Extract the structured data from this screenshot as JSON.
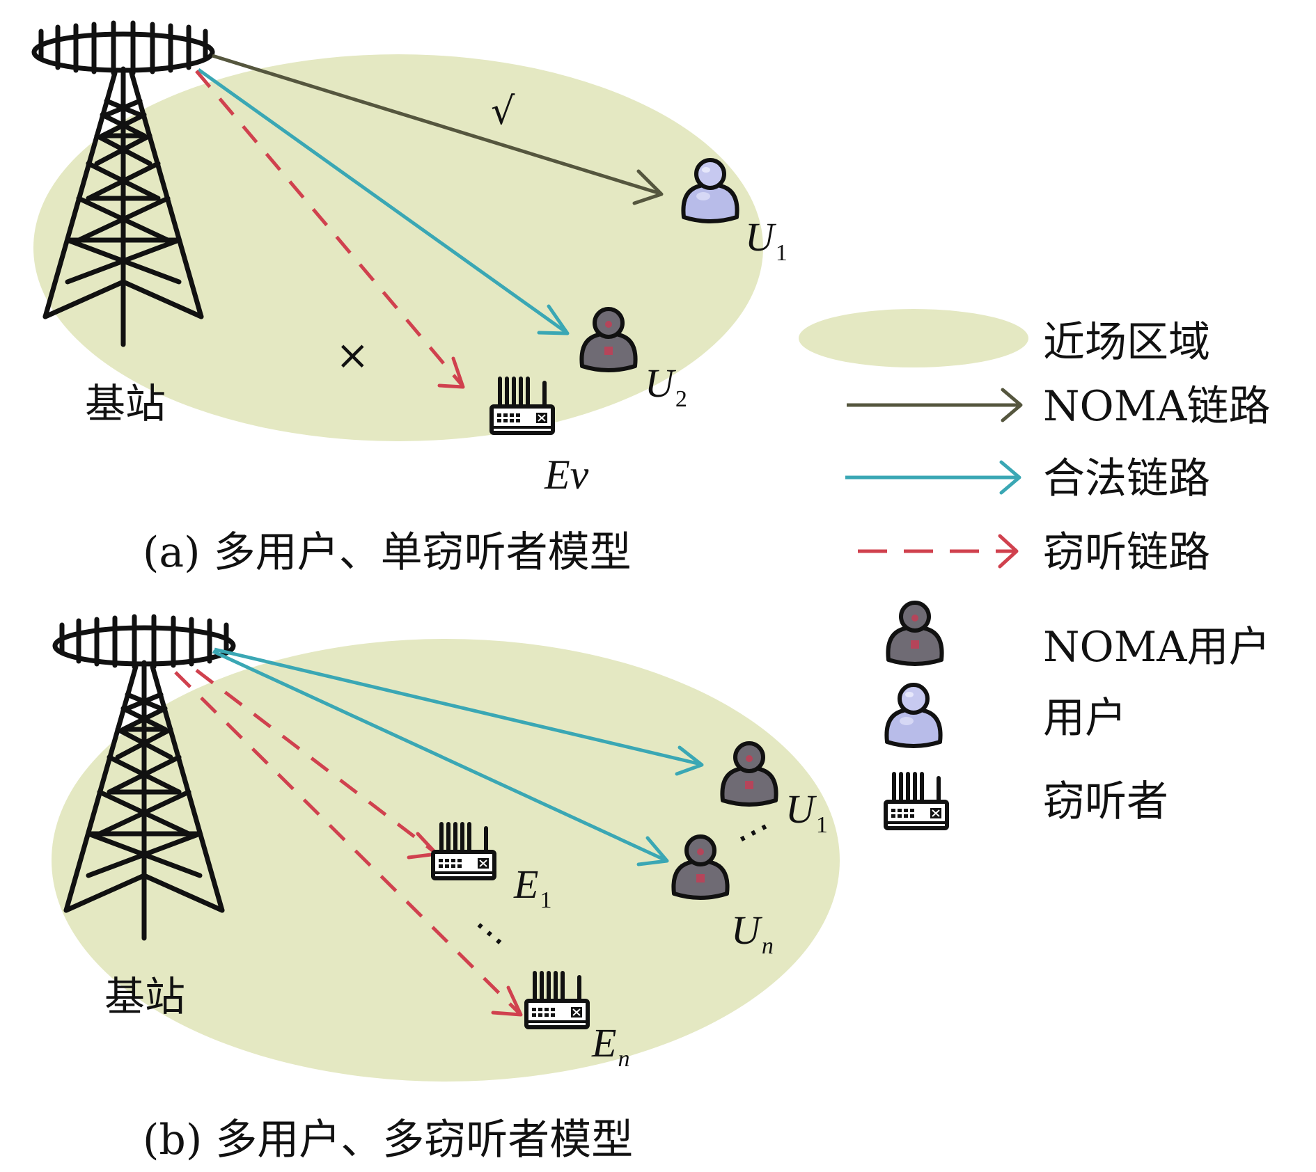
{
  "colors": {
    "near_field_region": "#e4e8c2",
    "noma_link": "#55563e",
    "legit_link": "#3aa7b4",
    "eaves_link": "#d0414e",
    "noma_user_body": "#6f6b74",
    "noma_user_mark": "#b5455a",
    "user_body": "#b8bce9",
    "user_head": "#c7c9f0"
  },
  "panel_a": {
    "caption": "(a) 多用户、单窃听者模型",
    "base_station_label": "基站",
    "check_mark": "√",
    "cross_mark": "×",
    "user1": {
      "letter": "U",
      "index": "1"
    },
    "user2": {
      "letter": "U",
      "index": "2"
    },
    "eavesdropper": {
      "label": "Ev"
    }
  },
  "panel_b": {
    "caption": "(b) 多用户、多窃听者模型",
    "base_station_label": "基站",
    "user1": {
      "letter": "U",
      "index": "1"
    },
    "usern": {
      "letter": "U",
      "index": "n"
    },
    "eaves1": {
      "letter": "E",
      "index": "1"
    },
    "eavesn": {
      "letter": "E",
      "index": "n"
    },
    "user_ellipsis": "⋯",
    "eaves_ellipsis": "⋯"
  },
  "legend": {
    "near_field": "近场区域",
    "noma_link": "NOMA链路",
    "legit_link": "合法链路",
    "eaves_link": "窃听链路",
    "noma_user": "NOMA用户",
    "user": "用户",
    "eavesdropper": "窃听者"
  }
}
